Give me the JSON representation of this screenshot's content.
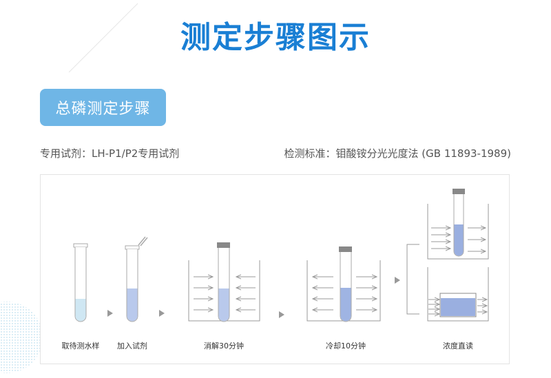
{
  "title": "测定步骤图示",
  "section": {
    "label": "总磷测定步骤"
  },
  "reagent": {
    "text": "专用试剂：LH-P1/P2专用试剂"
  },
  "standard": {
    "text": "检测标准：钼酸铵分光光度法 (GB  11893-1989)"
  },
  "steps": [
    {
      "label": "取待测水样"
    },
    {
      "label": "加入试剂"
    },
    {
      "label": "消解30分钟"
    },
    {
      "label": "冷却10分钟"
    },
    {
      "label": "浓度直读"
    }
  ],
  "colors": {
    "title": "#1a7fd4",
    "badge": "#6fb6e6",
    "liquid_sample": "#cfe7f3",
    "liquid_reagent": "#b9c9ec",
    "liquid_dark": "#9aafe0",
    "stroke": "#999999"
  }
}
